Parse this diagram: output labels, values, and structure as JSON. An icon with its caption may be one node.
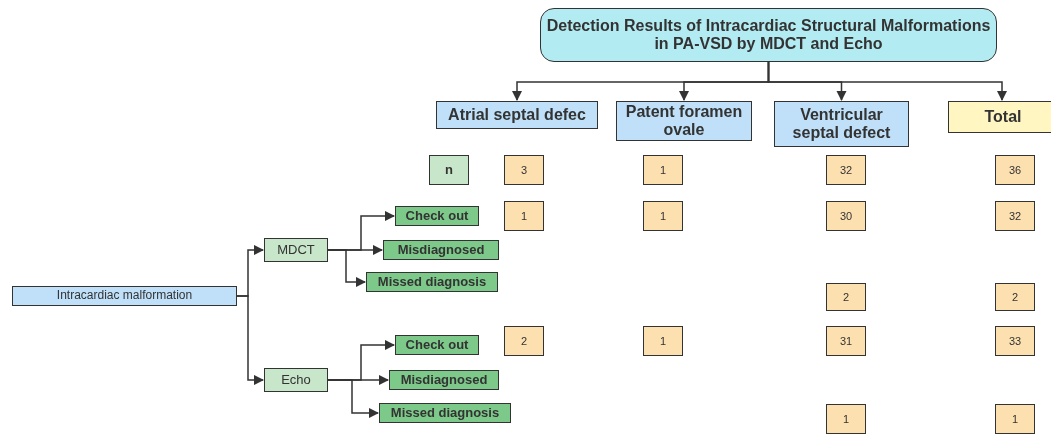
{
  "diagram": {
    "nodes": [
      {
        "text": [
          "Detection Results of Intracardiac Structural Malformations in PA-VSD by MDCT and Echo"
        ]
      },
      {
        "text": [
          "Atrial septal defec"
        ]
      },
      {
        "text": [
          "Patent foramen ovale"
        ]
      },
      {
        "text": [
          "Ventricular septal defect"
        ]
      },
      {
        "text": [
          "Total"
        ]
      },
      {
        "text": [
          "n"
        ]
      },
      {
        "text": [
          "3"
        ]
      },
      {
        "text": [
          "1"
        ]
      },
      {
        "text": [
          "32"
        ]
      },
      {
        "text": [
          "36"
        ]
      },
      {
        "text": [
          "Check out"
        ]
      },
      {
        "text": [
          "1"
        ]
      },
      {
        "text": [
          "1"
        ]
      },
      {
        "text": [
          "30"
        ]
      },
      {
        "text": [
          "32"
        ]
      },
      {
        "text": [
          "MDCT"
        ]
      },
      {
        "text": [
          "Misdiagnosed"
        ]
      },
      {
        "text": [
          "Missed diagnosis"
        ]
      },
      {
        "text": [
          "Intracardiac malformation"
        ]
      },
      {
        "text": [
          "2"
        ]
      },
      {
        "text": [
          "2"
        ]
      },
      {
        "text": [
          "Check out"
        ]
      },
      {
        "text": [
          "2"
        ]
      },
      {
        "text": [
          "1"
        ]
      },
      {
        "text": [
          "31"
        ]
      },
      {
        "text": [
          "33"
        ]
      },
      {
        "text": [
          "Echo"
        ]
      },
      {
        "text": [
          "Misdiagnosed"
        ]
      },
      {
        "text": [
          "Missed diagnosis"
        ]
      },
      {
        "text": [
          "1"
        ]
      },
      {
        "text": [
          "1"
        ]
      }
    ],
    "edges": [
      {
        "from": 0,
        "to": 1,
        "arrow": "to"
      },
      {
        "from": 0,
        "to": 2,
        "arrow": "to"
      },
      {
        "from": 0,
        "to": 3,
        "arrow": "to"
      },
      {
        "from": 0,
        "to": 4,
        "arrow": "to"
      },
      {
        "from": 18,
        "to": 15,
        "arrow": "to"
      },
      {
        "from": 18,
        "to": 26,
        "arrow": "to"
      },
      {
        "from": 15,
        "to": 10,
        "arrow": "to"
      },
      {
        "from": 15,
        "to": 16,
        "arrow": "to"
      },
      {
        "from": 15,
        "to": 17,
        "arrow": "to"
      },
      {
        "from": 26,
        "to": 21,
        "arrow": "to"
      },
      {
        "from": 26,
        "to": 27,
        "arrow": "to"
      },
      {
        "from": 26,
        "to": 28,
        "arrow": "to"
      }
    ]
  }
}
